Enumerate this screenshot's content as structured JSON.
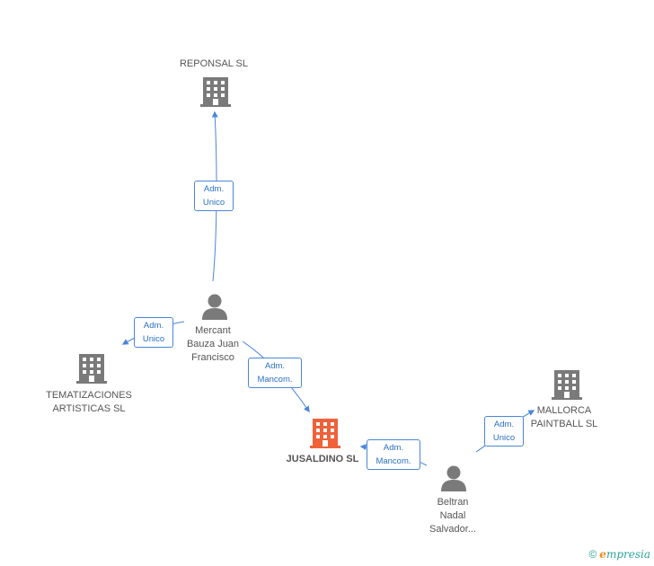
{
  "colors": {
    "edge": "#4a86d8",
    "company": "#7a7a7a",
    "company_focus": "#f0613a",
    "person": "#7a7a7a",
    "brand": "#2aa39a",
    "brand_accent": "#f28a1e"
  },
  "nodes": {
    "reponsal": {
      "label": "REPONSAL SL",
      "icon": "building-icon"
    },
    "tematizaciones": {
      "label_lines": [
        "TEMATIZACIONES",
        "ARTISTICAS  SL"
      ],
      "icon": "building-icon"
    },
    "jusaldino": {
      "label": "JUSALDINO SL",
      "icon": "building-icon"
    },
    "mallorca": {
      "label_lines": [
        "MALLORCA",
        "PAINTBALL SL"
      ],
      "icon": "building-icon"
    },
    "mercant": {
      "label_lines": [
        "Mercant",
        "Bauza Juan",
        "Francisco"
      ],
      "icon": "person-icon"
    },
    "beltran": {
      "label_lines": [
        "Beltran",
        "Nadal",
        "Salvador..."
      ],
      "icon": "person-icon"
    }
  },
  "edges": {
    "mercant_reponsal": {
      "lines": [
        "Adm.",
        "Unico"
      ]
    },
    "mercant_tematizaciones": {
      "lines": [
        "Adm.",
        "Unico"
      ]
    },
    "mercant_jusaldino": {
      "lines": [
        "Adm.",
        "Mancom."
      ]
    },
    "beltran_jusaldino": {
      "lines": [
        "Adm.",
        "Mancom."
      ]
    },
    "beltran_mallorca": {
      "lines": [
        "Adm.",
        "Unico"
      ]
    }
  },
  "footer": {
    "copyright": "©",
    "brand_first": "e",
    "brand_rest": "mpresia"
  }
}
